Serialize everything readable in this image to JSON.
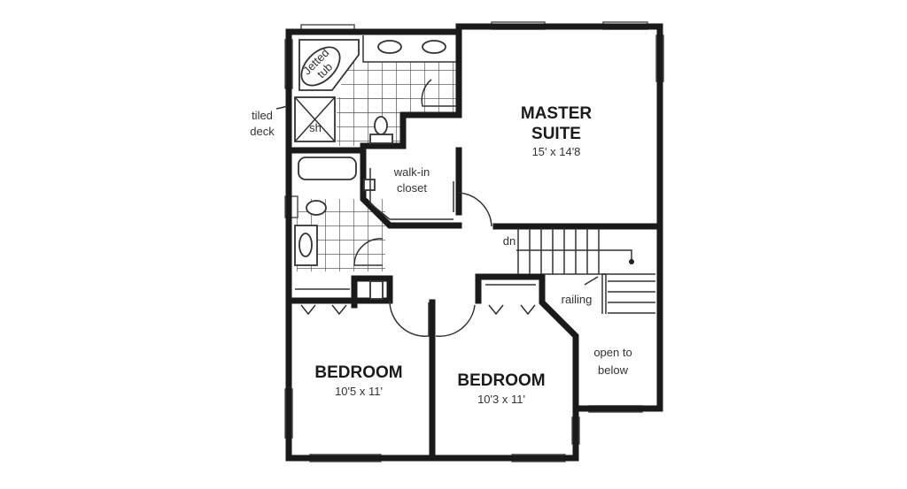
{
  "plan": {
    "master_suite": {
      "name_line1": "MASTER",
      "name_line2": "SUITE",
      "size": "15' x 14'8"
    },
    "bedroom_left": {
      "name": "BEDROOM",
      "size": "10'5 x 11'"
    },
    "bedroom_right": {
      "name": "BEDROOM",
      "size": "10'3 x 11'"
    },
    "walk_in_closet": {
      "line1": "walk-in",
      "line2": "closet"
    },
    "jetted_tub": {
      "line1": "Jetted",
      "line2": "tub"
    },
    "shower": "sh",
    "tiled_deck": {
      "line1": "tiled",
      "line2": "deck"
    },
    "stairs_down": "dn",
    "railing": "railing",
    "open_to_below": {
      "line1": "open to",
      "line2": "below"
    }
  }
}
